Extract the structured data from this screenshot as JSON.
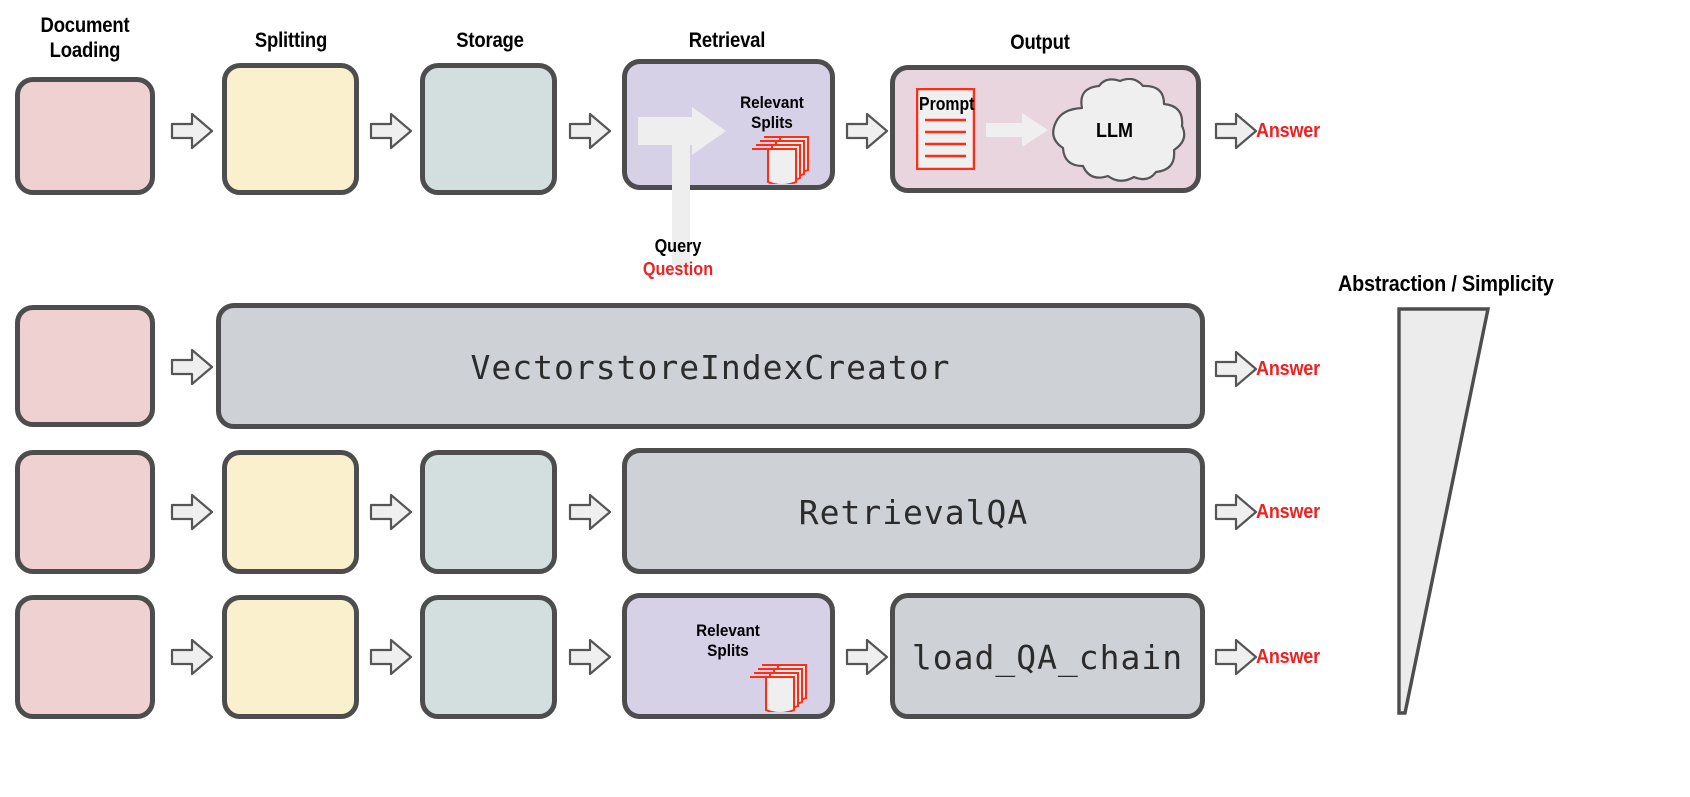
{
  "diagram": {
    "title_row": {
      "labels": [
        {
          "text": "Document\nLoading",
          "line1": "Document",
          "line2": "Loading"
        },
        {
          "text": "Splitting"
        },
        {
          "text": "Storage"
        },
        {
          "text": "Retrieval"
        },
        {
          "text": "Output"
        }
      ]
    },
    "stage_labels": {
      "document_loading_l1": "Document",
      "document_loading_l2": "Loading",
      "splitting": "Splitting",
      "storage": "Storage",
      "retrieval": "Retrieval",
      "output": "Output"
    },
    "annotations": {
      "relevant_splits_l1": "Relevant",
      "relevant_splits_l2": "Splits",
      "relevant_splits_l1_b": "Relevant",
      "relevant_splits_l2_b": "Splits",
      "query": "Query",
      "question": "Question",
      "prompt": "Prompt",
      "llm": "LLM",
      "abstraction": "Abstraction / Simplicity"
    },
    "answers": {
      "row1": "Answer",
      "row2": "Answer",
      "row3": "Answer",
      "row4": "Answer"
    },
    "code_boxes": {
      "vectorstore_index_creator": "VectorstoreIndexCreator",
      "retrieval_qa": "RetrievalQA",
      "load_qa_chain": "load_QA_chain"
    },
    "colors": {
      "document_loading": "#efd1d2",
      "splitting": "#faf0cd",
      "storage": "#d3dfdf",
      "retrieval": "#d6d1e6",
      "output": "#e8d5de",
      "code_box": "#ced2d6",
      "border": "#4d4d4d",
      "accent_red": "#ee2222",
      "arrow_fill": "#efefef",
      "splits_outline": "#ff2d16"
    }
  }
}
